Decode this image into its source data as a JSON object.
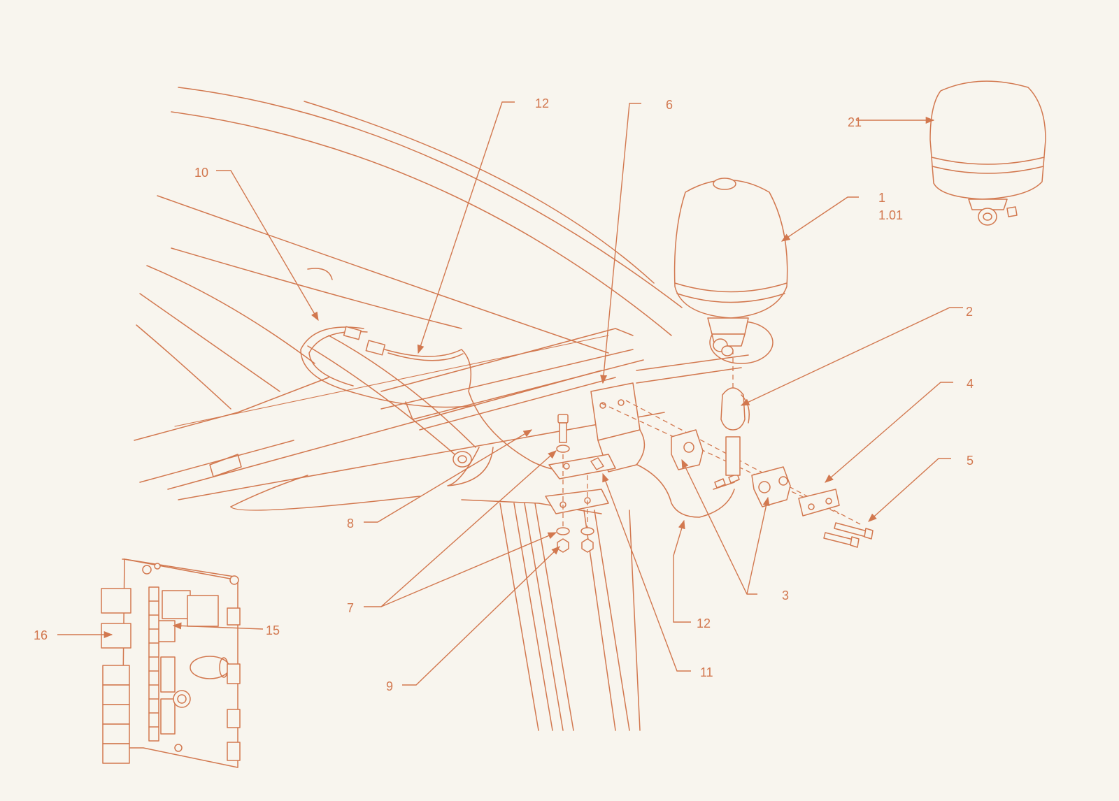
{
  "colors": {
    "line": "#d2784f",
    "background": "#f8f5ee"
  },
  "callouts": {
    "c1": "1",
    "c1_01": "1.01",
    "c2": "2",
    "c3": "3",
    "c4": "4",
    "c5": "5",
    "c6": "6",
    "c7": "7",
    "c8": "8",
    "c9": "9",
    "c10": "10",
    "c11": "11",
    "c12_top": "12",
    "c12_bottom": "12",
    "c15": "15",
    "c16": "16",
    "c21": "21"
  }
}
